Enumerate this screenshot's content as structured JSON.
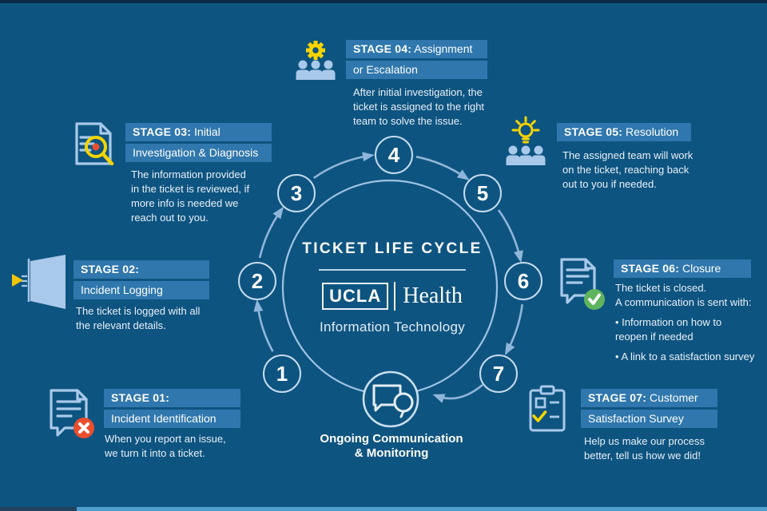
{
  "colors": {
    "background": "#0e5480",
    "stage_label_box": "#2f77ad",
    "diagram_light_blue": "#9ec3e5",
    "arrow_blue": "#8fb6da",
    "icon_blue": "#a9c9ea",
    "bright_icon_blue": "#e4eef8",
    "accent_yellow": "#f5d400",
    "door_arrow_gold": "#f2c500",
    "error_red": "#e94e2d",
    "success_green": "#5eb55e",
    "text_white": "#ffffff",
    "description_text": "#e8f0f8",
    "top_strip": "#0b2b45",
    "bottom_strip_light": "#4d9fd0",
    "bottom_strip_dark": "#23425e"
  },
  "center": {
    "title": "TICKET LIFE CYCLE",
    "brand_ucla": "UCLA",
    "brand_health": "Health",
    "brand_sub": "Information Technology"
  },
  "cycle": {
    "nodes": [
      "1",
      "2",
      "3",
      "4",
      "5",
      "6",
      "7"
    ],
    "bottom_label": [
      "Ongoing Communication",
      "& Monitoring"
    ]
  },
  "stages": [
    {
      "box_lines": [
        {
          "b": "STAGE 01:",
          "r": ""
        },
        {
          "b": "",
          "r": "Incident Identification"
        }
      ],
      "lines": [
        "When you report an issue,",
        "we turn it into a ticket."
      ]
    },
    {
      "box_lines": [
        {
          "b": "STAGE 02:",
          "r": ""
        },
        {
          "b": "",
          "r": "Incident Logging"
        }
      ],
      "lines": [
        "The ticket is logged with all",
        "the relevant details."
      ]
    },
    {
      "box_lines": [
        {
          "b": "STAGE 03:",
          "r": " Initial"
        },
        {
          "b": "",
          "r": "Investigation & Diagnosis"
        }
      ],
      "lines": [
        "The information provided",
        "in the ticket is reviewed, if",
        "more info is needed we",
        "reach out to you."
      ]
    },
    {
      "box_lines": [
        {
          "b": "STAGE 04:",
          "r": " Assignment"
        },
        {
          "b": "",
          "r": "or Escalation"
        }
      ],
      "lines": [
        "After initial investigation, the",
        "ticket is assigned to the right",
        "team to solve the issue."
      ]
    },
    {
      "box_lines": [
        {
          "b": "STAGE 05:",
          "r": " Resolution"
        }
      ],
      "lines": [
        "The assigned team will work",
        "on the ticket, reaching back",
        "out to you if needed."
      ]
    },
    {
      "box_lines": [
        {
          "b": "STAGE 06:",
          "r": " Closure"
        }
      ],
      "lines": [
        "The ticket is closed.",
        "A communication is sent with:",
        "• Information on how to",
        "reopen if needed",
        "• A link to a satisfaction survey"
      ]
    },
    {
      "box_lines": [
        {
          "b": "STAGE 07:",
          "r": " Customer"
        },
        {
          "b": "",
          "r": "Satisfaction Survey"
        }
      ],
      "lines": [
        "Help us make our process",
        "better, tell us how we did!"
      ]
    }
  ]
}
